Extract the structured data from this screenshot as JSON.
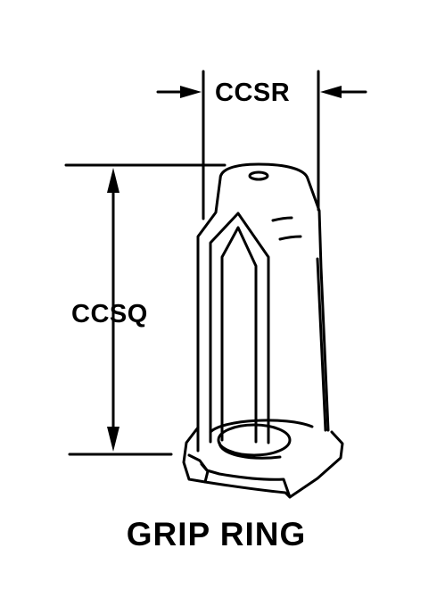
{
  "diagram": {
    "title": "GRIP RING",
    "dimensions": {
      "width_label": "CCSR",
      "height_label": "CCSQ"
    }
  }
}
